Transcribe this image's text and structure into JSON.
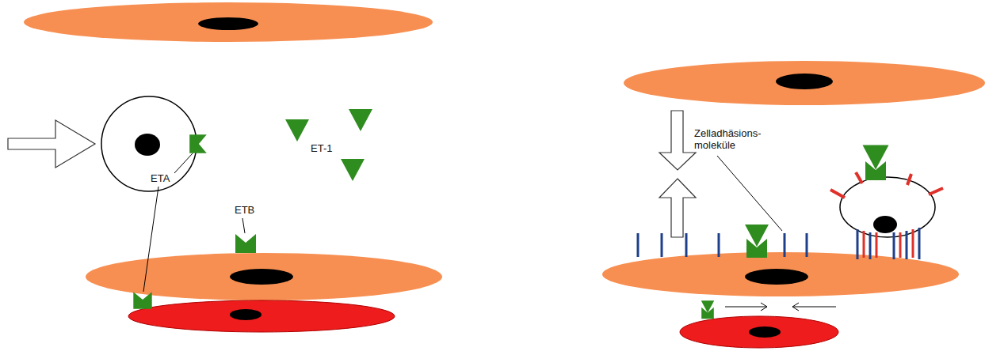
{
  "diagram": {
    "labels": [
      "ET-1",
      "ETA",
      "ETB",
      "Zelladhäsions- moleküle"
    ]
  }
}
